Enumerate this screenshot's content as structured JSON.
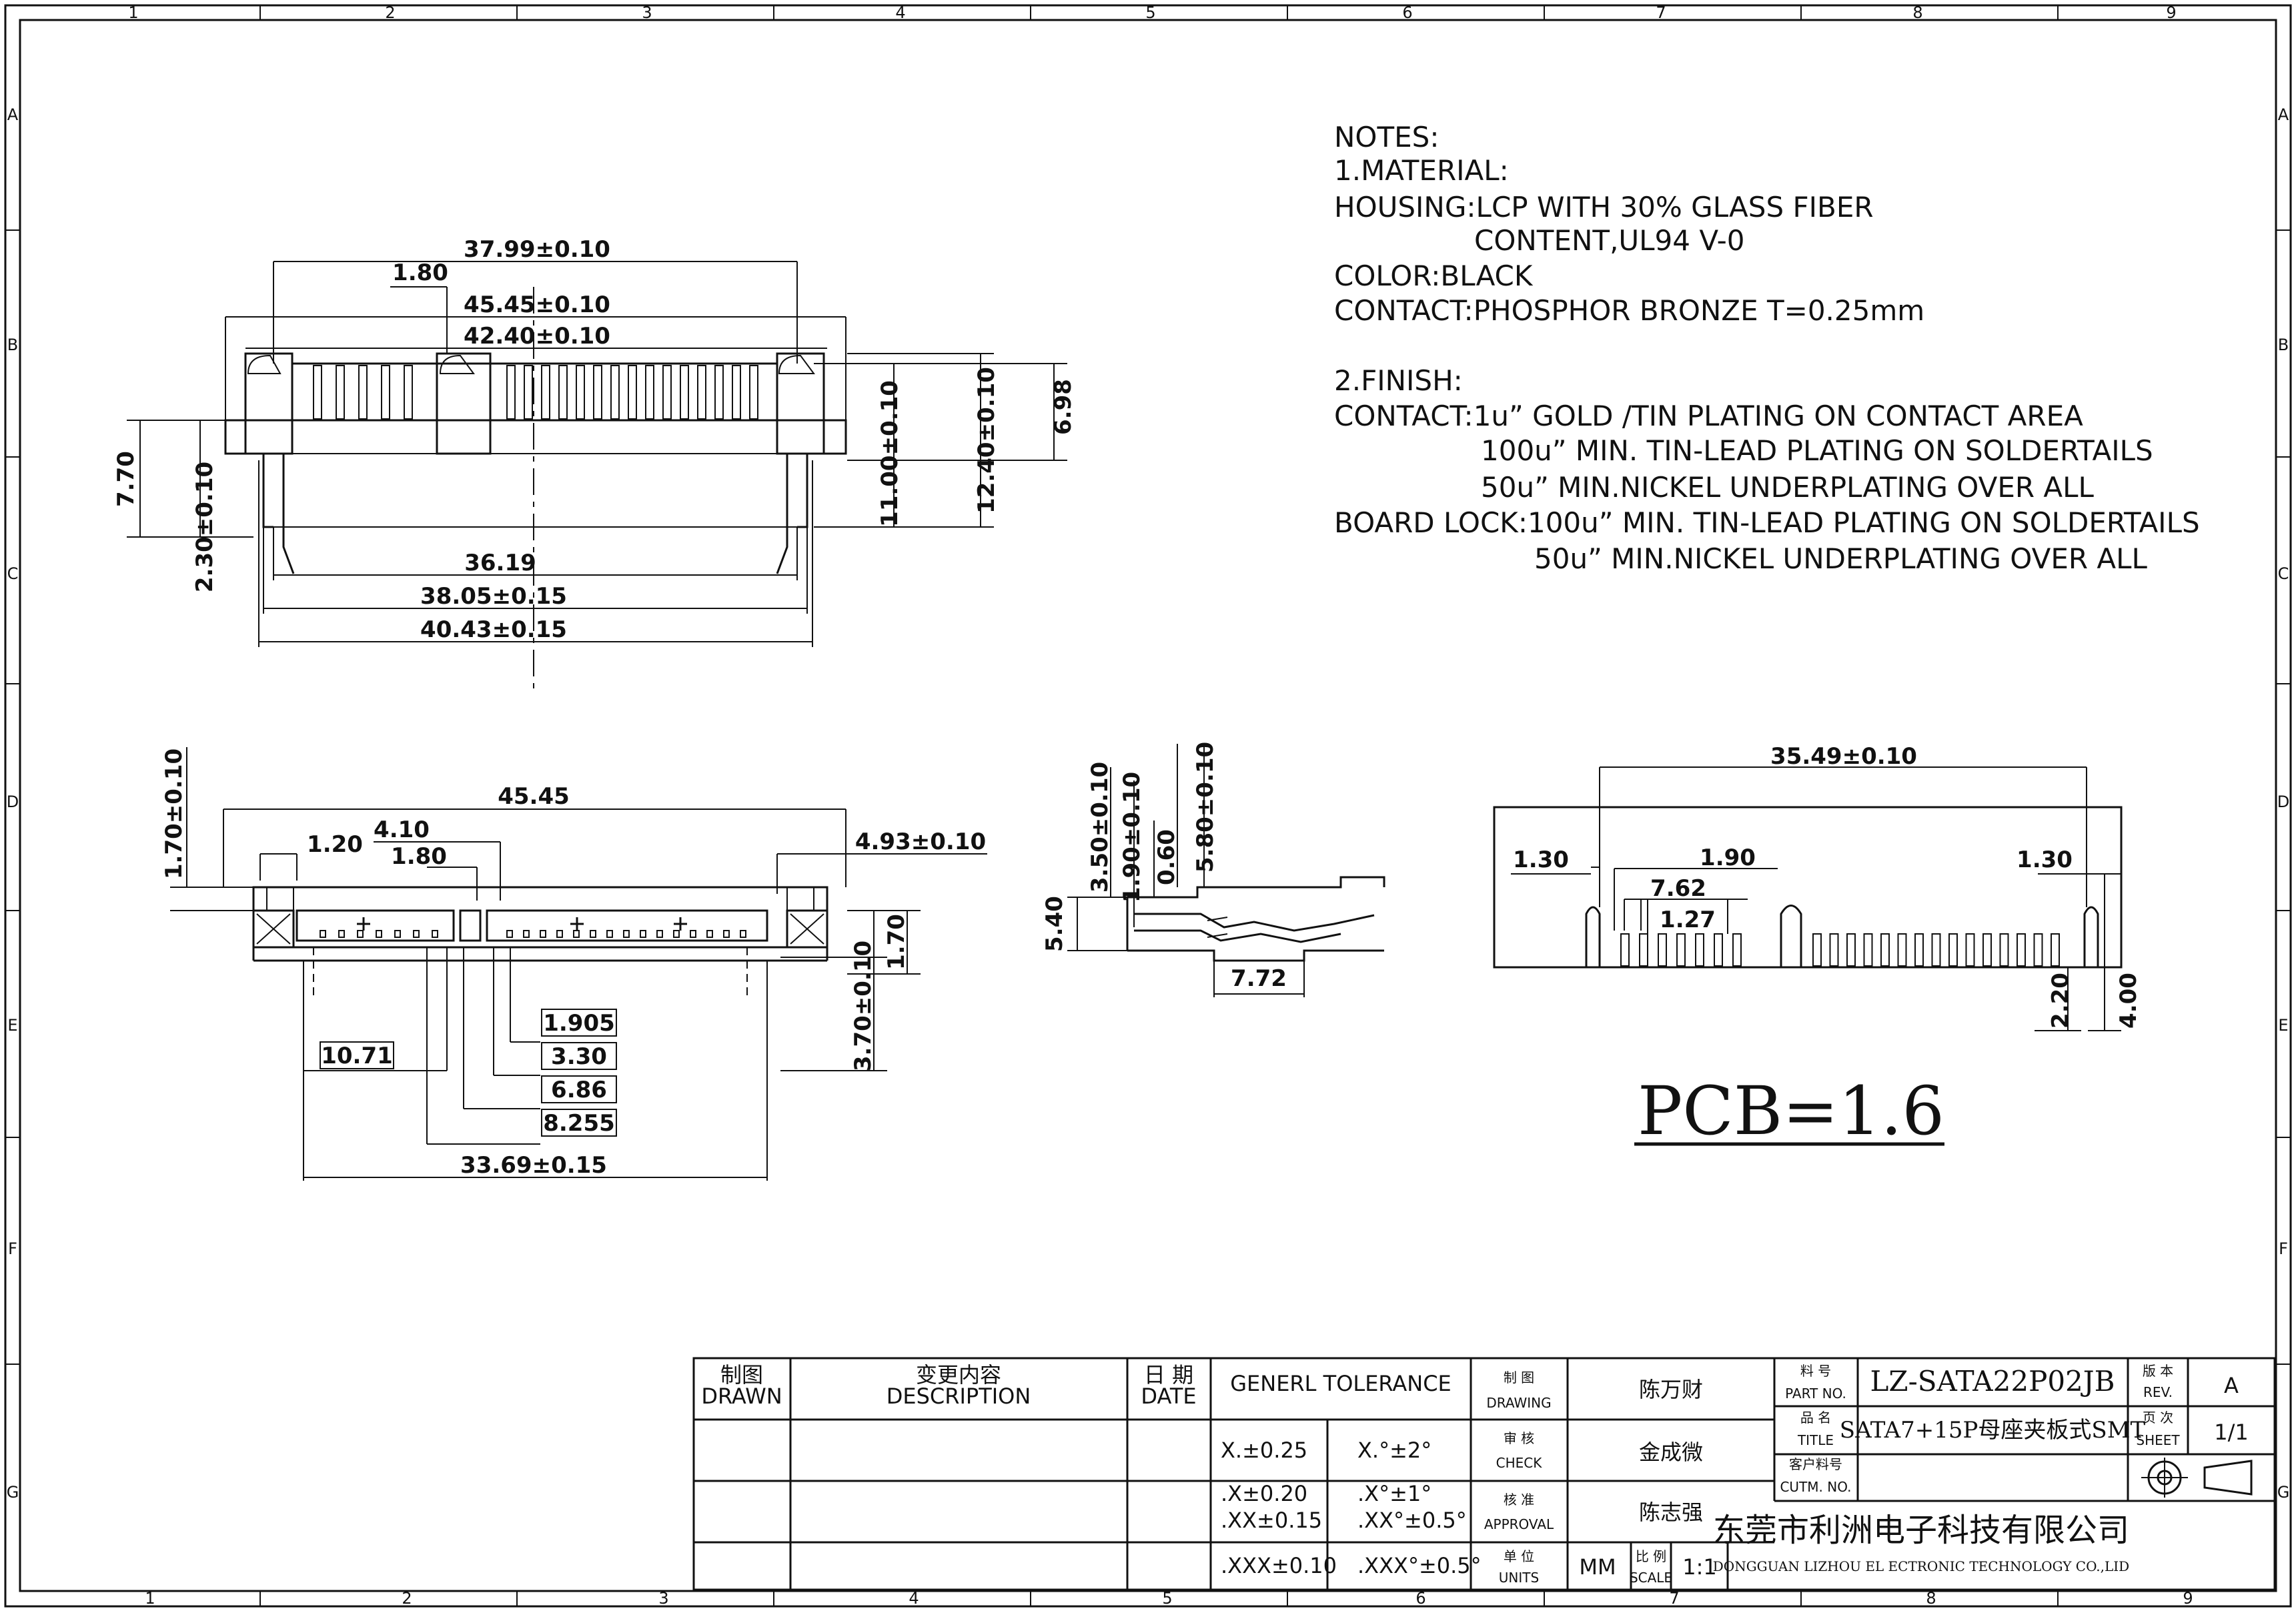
{
  "notes": {
    "title": "NOTES:",
    "lines": [
      "1.MATERIAL:",
      "HOUSING:LCP WITH 30% GLASS FIBER",
      "CONTENT,UL94 V-0",
      "COLOR:BLACK",
      "CONTACT:PHOSPHOR BRONZE T=0.25mm",
      "2.FINISH:",
      "CONTACT:1u” GOLD /TIN PLATING ON CONTACT AREA",
      "100u” MIN. TIN-LEAD PLATING ON SOLDERTAILS",
      "50u” MIN.NICKEL UNDERPLATING OVER ALL",
      "BOARD LOCK:100u” MIN. TIN-LEAD PLATING ON SOLDERTAILS",
      "50u” MIN.NICKEL UNDERPLATING OVER ALL"
    ]
  },
  "zones": {
    "top": [
      "1",
      "2",
      "3",
      "4",
      "5",
      "6",
      "7",
      "8",
      "9"
    ],
    "bottom": [
      "1",
      "2",
      "3",
      "4",
      "5",
      "6",
      "7",
      "8",
      "9"
    ],
    "side": [
      "A",
      "B",
      "C",
      "D",
      "E",
      "F",
      "G"
    ]
  },
  "front_view": {
    "dims": [
      "37.99±0.10",
      "1.80",
      "45.45±0.10",
      "42.40±0.10",
      "7.70",
      "2.30±0.10",
      "11.00±0.10",
      "12.40±0.10",
      "6.98",
      "36.19",
      "38.05±0.15",
      "40.43±0.15"
    ]
  },
  "top_view": {
    "dims": [
      "1.70±0.10",
      "45.45",
      "1.20",
      "4.10",
      "1.80",
      "4.93±0.10",
      "1.70",
      "3.70±0.10",
      "10.71",
      "33.69±0.15"
    ],
    "boxed": [
      "1.905",
      "3.30",
      "6.86",
      "8.255"
    ]
  },
  "side_view": {
    "dims": [
      "3.50±0.10",
      "1.90±0.10",
      "0.60",
      "5.80±0.10",
      "5.40",
      "7.72"
    ]
  },
  "pcb_view": {
    "dims": [
      "35.49±0.10",
      "1.30",
      "1.90",
      "1.30",
      "7.62",
      "1.27",
      "2.20",
      "4.00"
    ],
    "pcb_label": "PCB=1.6"
  },
  "title_block": {
    "drawn_cn": "制图",
    "drawn_en": "DRAWN",
    "desc_cn": "变更内容",
    "desc_en": "DESCRIPTION",
    "date_cn": "日 期",
    "date_en": "DATE",
    "tolerance_header": "GENERL TOLERANCE",
    "tolerances": [
      [
        "X.±0.25",
        "X.°±2°"
      ],
      [
        ".X±0.20",
        ".X°±1°"
      ],
      [
        ".XX±0.15",
        ".XX°±0.5°"
      ],
      [
        ".XXX±0.10",
        ".XXX°±0.5°"
      ]
    ],
    "drawing_cn": "制 图",
    "drawing_en": "DRAWING",
    "drawing_name": "陈万财",
    "check_cn": "审 核",
    "check_en": "CHECK",
    "check_name": "金成微",
    "approval_cn": "核 准",
    "approval_en": "APPROVAL",
    "approval_name": "陈志强",
    "units_cn": "单 位",
    "units_en": "UNITS",
    "units_value": "MM",
    "scale_cn": "比 例",
    "scale_en": "SCALE",
    "scale_value": "1:1",
    "partno_cn": "料 号",
    "partno_en": "PART NO.",
    "partno_value": "LZ-SATA22P02JB",
    "title_cn": "品 名",
    "title_en": "TITLE",
    "title_value": "SATA7+15P母座夹板式SMT",
    "cutm_cn": "客户料号",
    "cutm_en": "CUTM. NO.",
    "rev_cn": "版 本",
    "rev_en": "REV.",
    "rev_value": "A",
    "sheet_cn": "页 次",
    "sheet_en": "SHEET",
    "sheet_value": "1/1",
    "company_cn": "东莞市利洲电子科技有限公司",
    "company_en": "DONGGUAN LIZHOU EL ECTRONIC TECHNOLOGY CO.,LID"
  }
}
